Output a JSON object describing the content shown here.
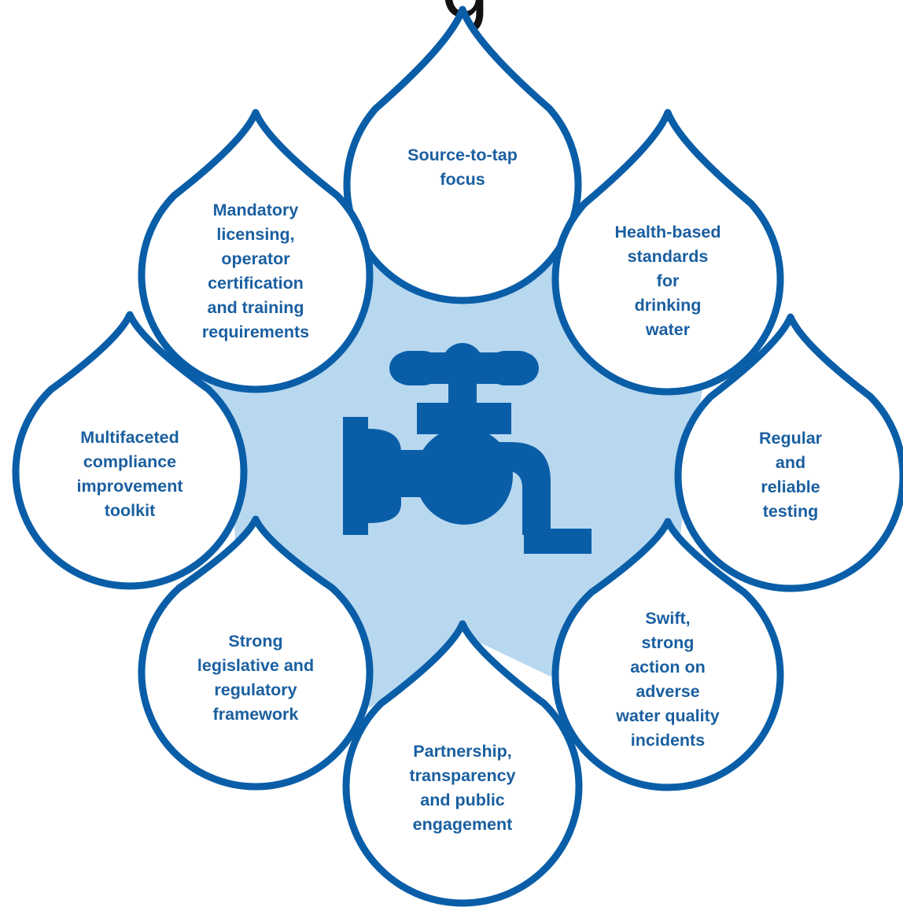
{
  "title_fragment": "g",
  "colors": {
    "outline": "#0a5ea8",
    "center_fill": "#b8d8f0",
    "text": "#1a5fa0",
    "faucet": "#0a5ea8"
  },
  "center_icon": "faucet-icon",
  "drops": [
    {
      "id": "source-to-tap",
      "lines": [
        "Source-to-tap",
        "focus"
      ]
    },
    {
      "id": "health-based-standards",
      "lines": [
        "Health-based",
        "standards",
        "for",
        "drinking",
        "water"
      ]
    },
    {
      "id": "regular-testing",
      "lines": [
        "Regular",
        "and",
        "reliable",
        "testing"
      ]
    },
    {
      "id": "swift-action",
      "lines": [
        "Swift,",
        "strong",
        "action on",
        "adverse",
        "water quality",
        "incidents"
      ]
    },
    {
      "id": "partnership",
      "lines": [
        "Partnership,",
        "transparency",
        "and public",
        "engagement"
      ]
    },
    {
      "id": "legislative-framework",
      "lines": [
        "Strong",
        "legislative and",
        "regulatory",
        "framework"
      ]
    },
    {
      "id": "compliance-toolkit",
      "lines": [
        "Multifaceted",
        "compliance",
        "improvement",
        "toolkit"
      ]
    },
    {
      "id": "mandatory-licensing",
      "lines": [
        "Mandatory",
        "licensing,",
        "operator",
        "certification",
        "and training",
        "requirements"
      ]
    }
  ]
}
